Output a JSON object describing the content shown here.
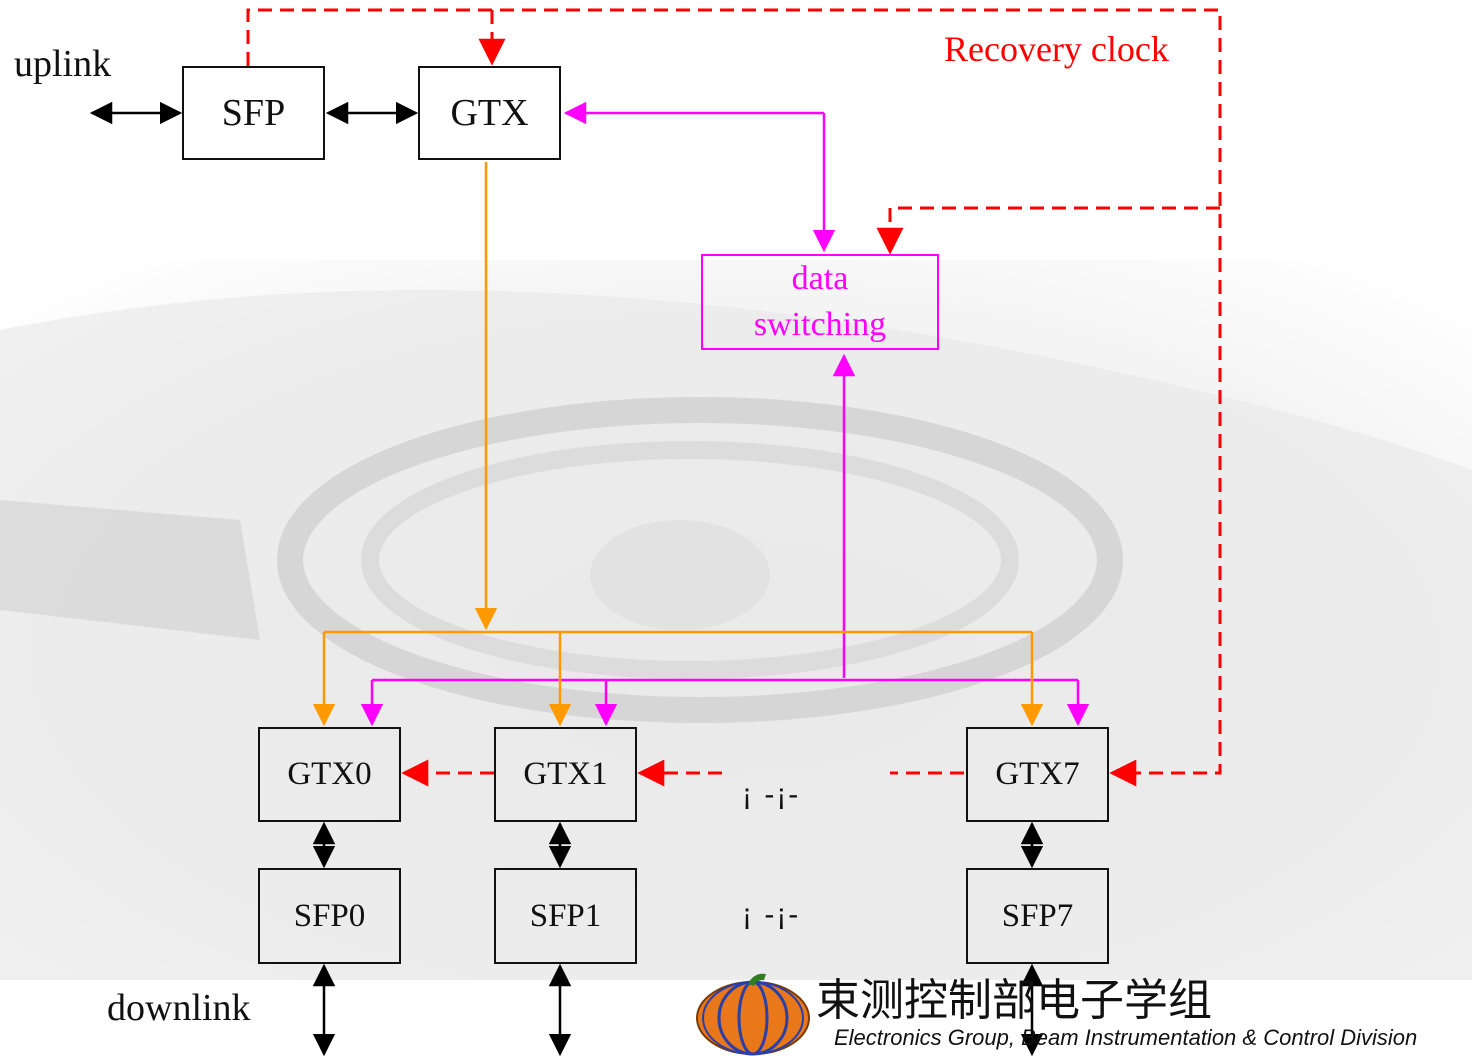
{
  "labels": {
    "uplink": "uplink",
    "downlink": "downlink",
    "recovery_clock": "Recovery clock",
    "ellipsis_gtx": "¡ -¡-",
    "ellipsis_sfp": "¡ -¡-"
  },
  "blocks": {
    "sfp_uplink": "SFP",
    "gtx_uplink": "GTX",
    "data_switching_line1": "data",
    "data_switching_line2": "switching",
    "gtx0": "GTX0",
    "gtx1": "GTX1",
    "gtx7": "GTX7",
    "sfp0": "SFP0",
    "sfp1": "SFP1",
    "sfp7": "SFP7"
  },
  "logo": {
    "title": "束测控制部电子学组",
    "subtitle": "Electronics Group, Beam Instrumentation & Control Division",
    "icon": "pumpkin-icon"
  },
  "colors": {
    "data_path": "#ff00ff",
    "clock_path": "#ff0000",
    "fanout_path": "#ff9900",
    "link_path": "#000000"
  }
}
